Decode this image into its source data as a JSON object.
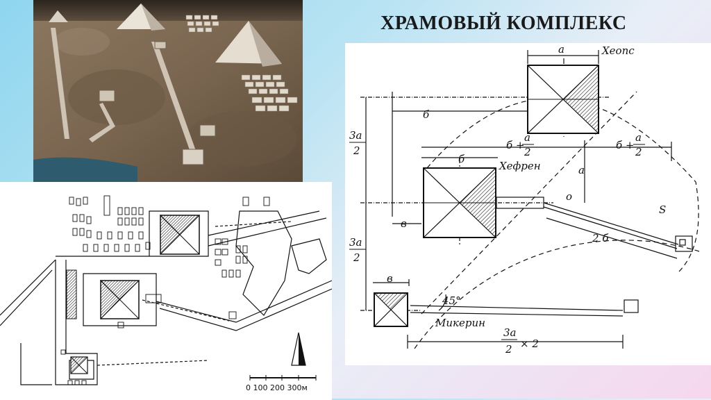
{
  "slide": {
    "title": "ХРАМОВЫЙ КОМПЛЕКС"
  },
  "diagram": {
    "label_a": "а",
    "label_cheops": "Хеопс",
    "label_b_top": "б",
    "label_3a": "3а",
    "label_2": "2",
    "label_b_plus": "б +",
    "label_a_frac": "а",
    "label_2_frac": "2",
    "label_b_plus_right": "б +",
    "label_a_frac_right": "а",
    "label_2_frac_right": "2",
    "label_b_mid": "б",
    "label_khefren": "Хефрен",
    "label_a_vertical": "а",
    "label_o": "о",
    "label_s": "S",
    "label_v_mid": "в",
    "label_2b": "2 б",
    "label_3a_low": "3а",
    "label_2_low": "2",
    "label_v_low": "в",
    "label_45": "45°",
    "label_mikerin": "Микерин",
    "label_3a_bottom": "3а",
    "label_2_bottom": "2",
    "label_x2": "× 2"
  },
  "site_plan": {
    "scale_text": "0  100  200  300м"
  },
  "colors": {
    "background_left": "#8fd6ef",
    "background_right": "#f6d7ee",
    "ink": "#111111",
    "photo_ground": "#7a6650"
  }
}
